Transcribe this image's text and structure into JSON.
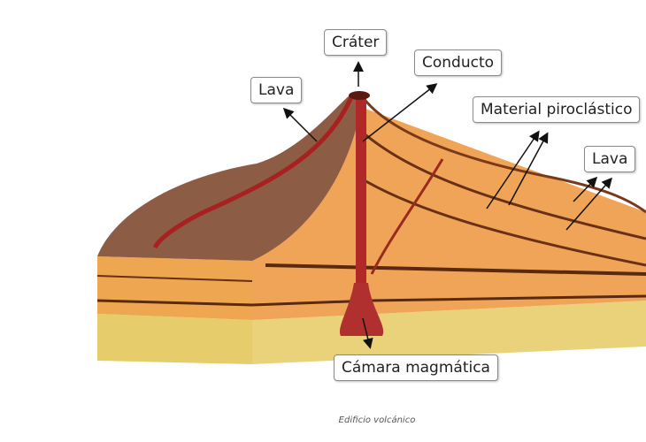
{
  "diagram": {
    "title_caption": "Edificio volcánico",
    "labels": {
      "crater": "Cráter",
      "conduit": "Conducto",
      "lava_left": "Lava",
      "pyroclastic": "Material piroclástico",
      "lava_right": "Lava",
      "magma_chamber": "Cámara magmática"
    },
    "colors": {
      "lava": "#a0201c",
      "layers": "#e8963c",
      "base": "#e8cf6a",
      "surface": "#8a5a40"
    }
  }
}
